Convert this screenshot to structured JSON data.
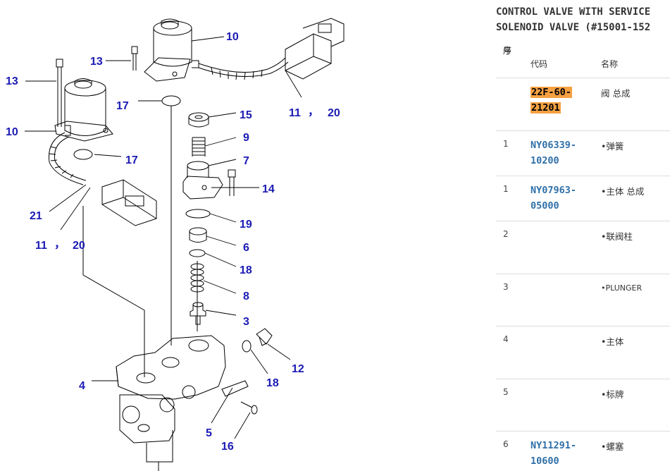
{
  "panel": {
    "title_line1": "CONTROL VALVE WITH SERVICE",
    "title_line2": "SOLENOID VALVE (#15001-152",
    "header": {
      "seq_line1": "序",
      "seq_line2": "号",
      "code": "代码",
      "name": "名称"
    },
    "rows": [
      {
        "qty": "",
        "code_part1": "22F-60-",
        "code_part2": "21201",
        "name": "阀 总成",
        "highlighted": true
      },
      {
        "qty": "1",
        "code_part1": "NY06339-",
        "code_part2": "10200",
        "name": "•弹簧"
      },
      {
        "qty": "1",
        "code_part1": "NY07963-",
        "code_part2": "05000",
        "name": "•主体 总成"
      },
      {
        "qty": "2",
        "code_part1": "",
        "code_part2": "",
        "name": "•联阀柱"
      },
      {
        "qty": "3",
        "code_part1": "",
        "code_part2": "",
        "name": "•PLUNGER"
      },
      {
        "qty": "4",
        "code_part1": "",
        "code_part2": "",
        "name": "•主体"
      },
      {
        "qty": "5",
        "code_part1": "",
        "code_part2": "",
        "name": "•标牌"
      },
      {
        "qty": "6",
        "code_part1": "NY11291-",
        "code_part2": "10600",
        "name": "•螺塞"
      }
    ],
    "highlight_color": "#f5a142",
    "link_color": "#2f6fa8"
  },
  "diagram": {
    "callouts": {
      "c10a": "10",
      "c13a": "13",
      "c17a": "17",
      "c11a": "11",
      "c20a": "20",
      "c15": "15",
      "c9": "9",
      "c7": "7",
      "c14": "14",
      "c19": "19",
      "c6": "6",
      "c18a": "18",
      "c8": "8",
      "c3": "3",
      "c12": "12",
      "c18b": "18",
      "c4": "4",
      "c5": "5",
      "c16": "16",
      "c13b": "13",
      "c10b": "10",
      "c17b": "17",
      "c21": "21",
      "c11b": "11",
      "c20b": "20"
    },
    "sep_a": "，",
    "sep_b": "，",
    "callout_color": "#1a1ab4"
  }
}
